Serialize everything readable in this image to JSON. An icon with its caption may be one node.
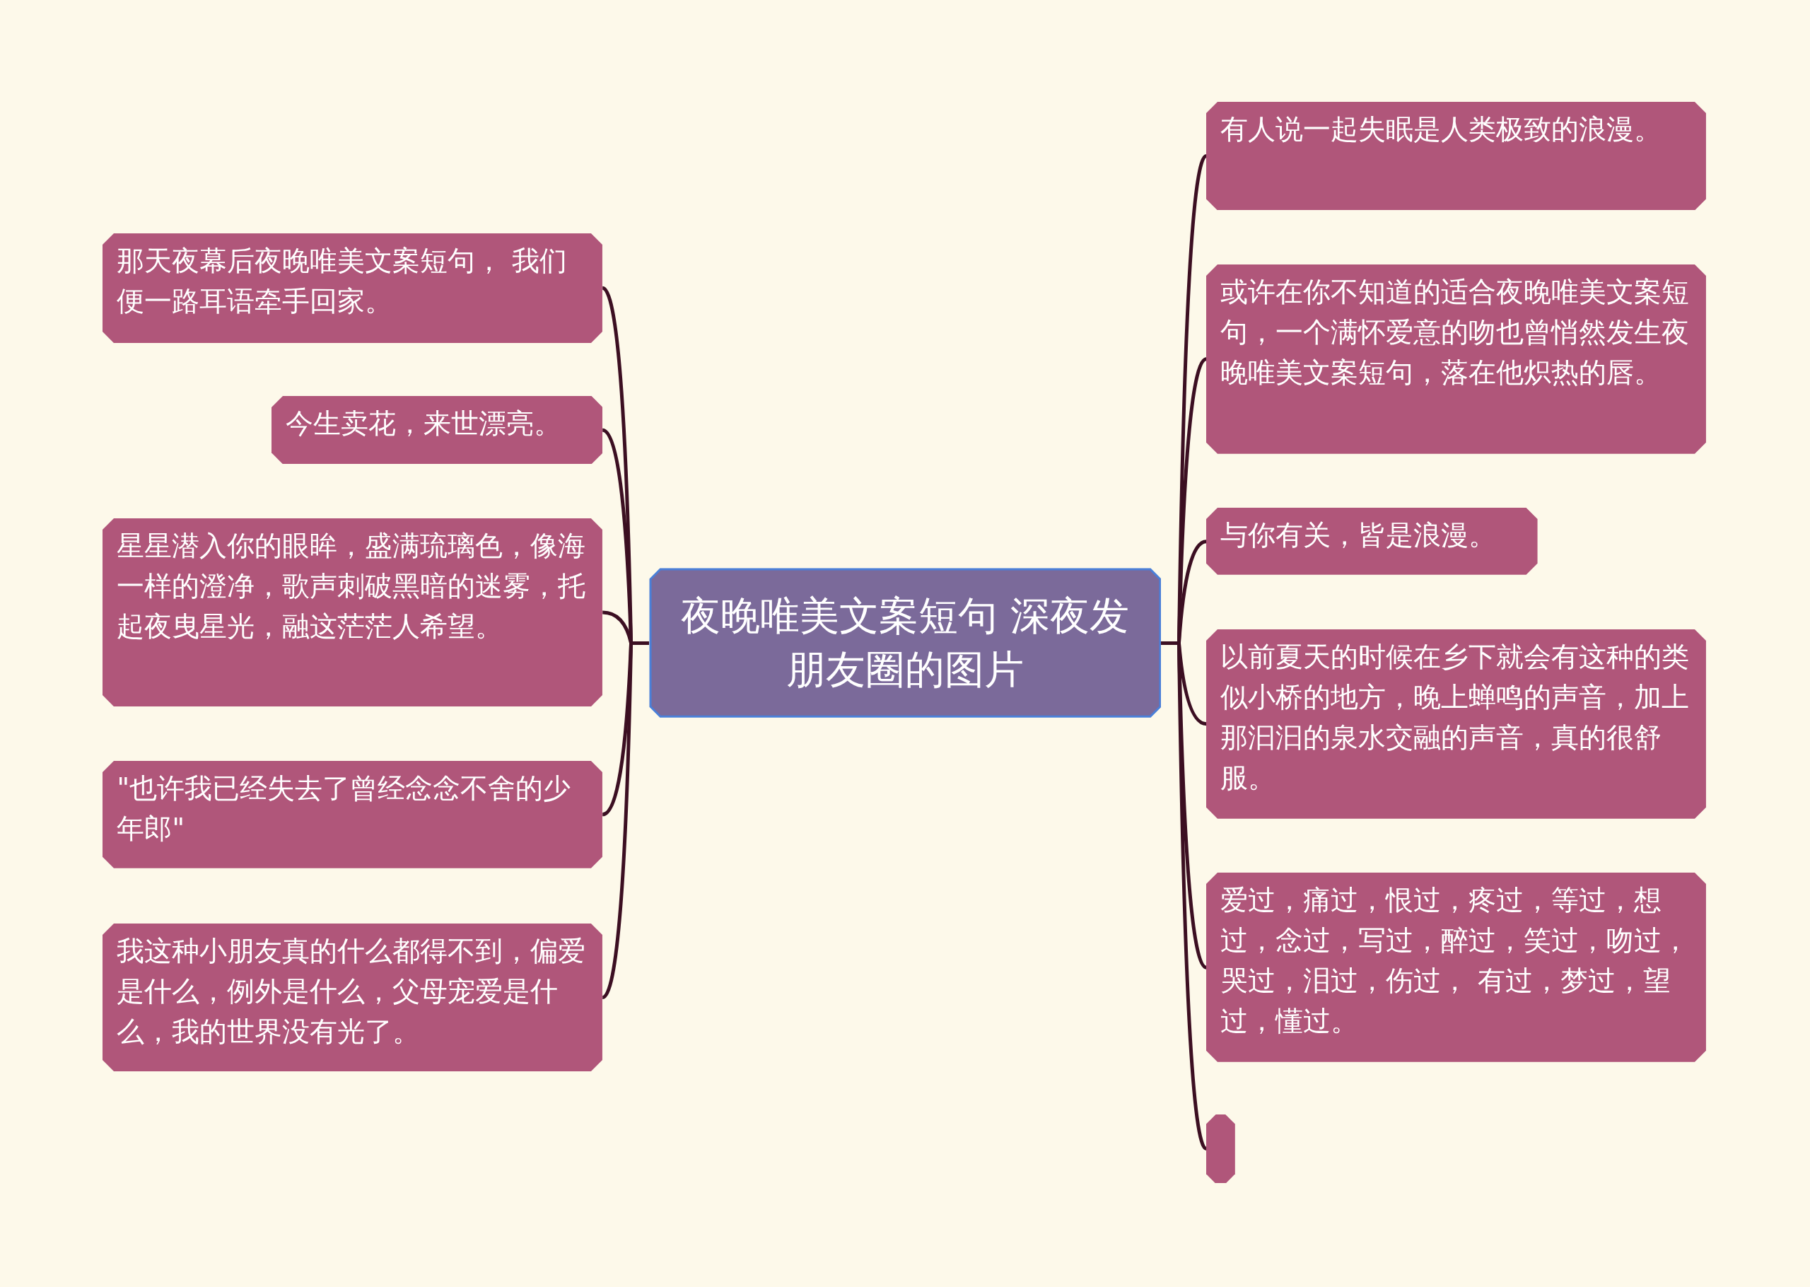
{
  "diagram": {
    "nodes": [
      {
        "text": [
          "夜晚唯美文案短句 深夜发朋友圈的图片"
        ]
      },
      {
        "text": [
          "那天夜幕后夜晚唯美文案短句， 我们便一路耳语牵手回家。"
        ]
      },
      {
        "text": [
          "今生卖花，来世漂亮。"
        ]
      },
      {
        "text": [
          "星星潜入你的眼眸，盛满琉璃色，像海一样的澄净，歌声刺破黑暗的迷雾，托起夜曳星光，融这茫茫人希望。"
        ]
      },
      {
        "text": [
          "\"也许我已经失去了曾经念念不舍的少年郎\""
        ]
      },
      {
        "text": [
          "我这种小朋友真的什么都得不到，偏爱是什么，例外是什么，父母宠爱是什么，我的世界没有光了。"
        ]
      },
      {
        "text": [
          "有人说一起失眠是人类极致的浪漫。"
        ]
      },
      {
        "text": [
          "或许在你不知道的适合夜晚唯美文案短句，一个满怀爱意的吻也曾悄然发生夜晚唯美文案短句，落在他炽热的唇。"
        ]
      },
      {
        "text": [
          "与你有关，皆是浪漫。"
        ]
      },
      {
        "text": [
          "以前夏天的时候在乡下就会有这种的类似小桥的地方，晚上蝉鸣的声音，加上那汩汩的泉水交融的声音，真的很舒服。"
        ]
      },
      {
        "text": [
          "爱过，痛过，恨过，疼过，等过，想过，念过，写过，醉过，笑过，吻过，哭过，泪过，伤过， 有过，梦过，望过，懂过。"
        ]
      },
      {
        "text": [],
        "shape": "box"
      }
    ],
    "edges": [
      {
        "from": 0,
        "to": 1,
        "arrow": "none"
      },
      {
        "from": 0,
        "to": 2,
        "arrow": "none"
      },
      {
        "from": 0,
        "to": 3,
        "arrow": "none"
      },
      {
        "from": 0,
        "to": 4,
        "arrow": "none"
      },
      {
        "from": 0,
        "to": 5,
        "arrow": "none"
      },
      {
        "from": 0,
        "to": 6,
        "arrow": "none"
      },
      {
        "from": 0,
        "to": 7,
        "arrow": "none"
      },
      {
        "from": 0,
        "to": 8,
        "arrow": "none"
      },
      {
        "from": 0,
        "to": 9,
        "arrow": "none"
      },
      {
        "from": 0,
        "to": 10,
        "arrow": "none"
      },
      {
        "from": 0,
        "to": 11,
        "arrow": "none"
      }
    ]
  }
}
